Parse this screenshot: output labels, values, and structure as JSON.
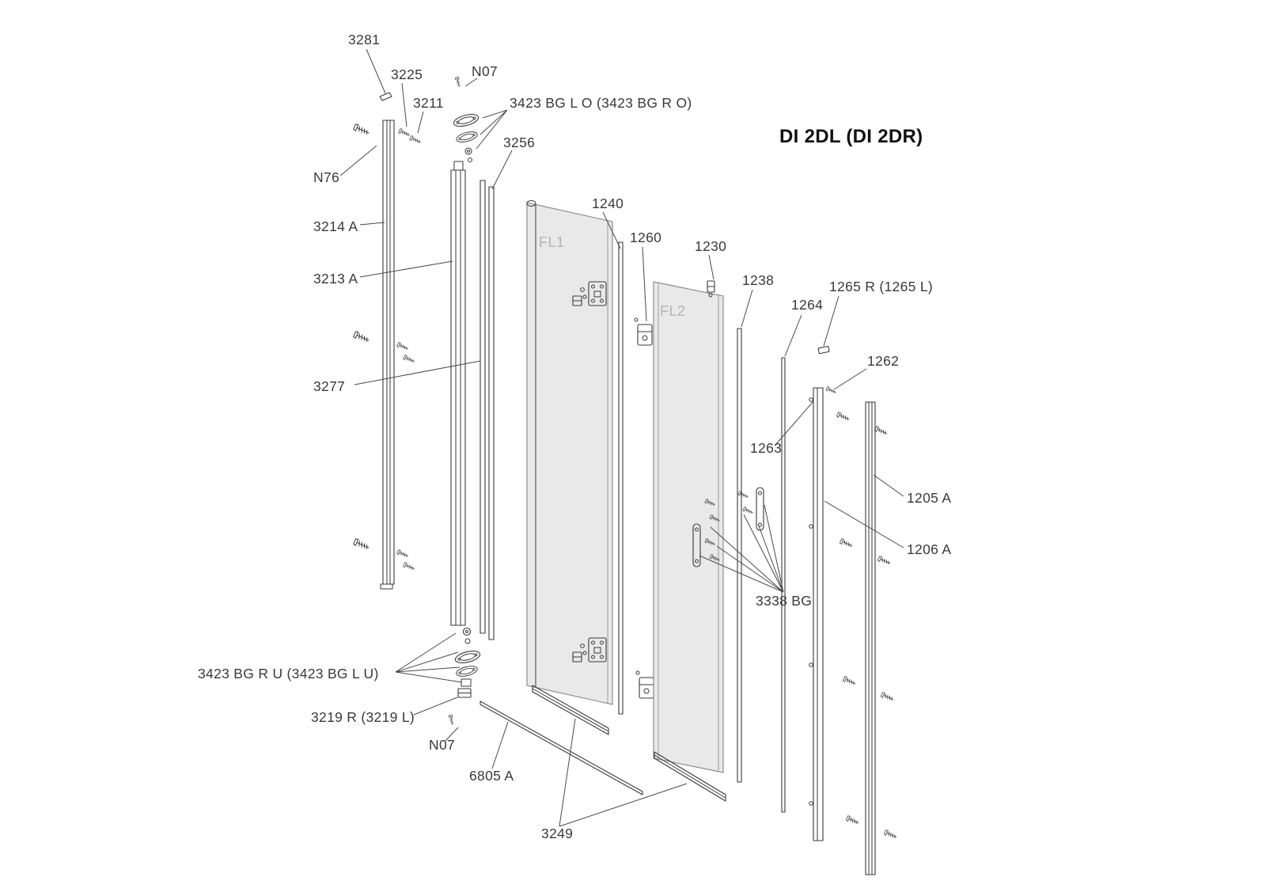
{
  "title": "DI 2DL (DI 2DR)",
  "panel_marks": {
    "fl1": "FL1",
    "fl2": "FL2"
  },
  "labels": {
    "l3281": "3281",
    "l3225": "3225",
    "l3211": "3211",
    "n07_top": "N07",
    "l3423_top": "3423 BG L O (3423 BG R O)",
    "l3256": "3256",
    "n76": "N76",
    "l3214a": "3214 A",
    "l3213a": "3213 A",
    "l3277": "3277",
    "l1240": "1240",
    "l1260": "1260",
    "l1230": "1230",
    "l1238": "1238",
    "l1264": "1264",
    "l1265": "1265 R (1265 L)",
    "l1262": "1262",
    "l1263": "1263",
    "l1205a": "1205 A",
    "l1206a": "1206 A",
    "l3338bg": "3338 BG",
    "l3423_bottom": "3423 BG R U (3423 BG L U)",
    "l3219": "3219 R (3219 L)",
    "n07_bottom": "N07",
    "l6805a": "6805 A",
    "l3249": "3249"
  },
  "colors": {
    "line": "#3a3a3a",
    "leader": "#4a4a4a",
    "glass_fill": "#e9e9e9",
    "glass_edge": "#8f8f8f",
    "panel_mark": "#b4b4b4",
    "label_text": "#3a3a3a",
    "title_text": "#111111",
    "background": "#ffffff"
  }
}
